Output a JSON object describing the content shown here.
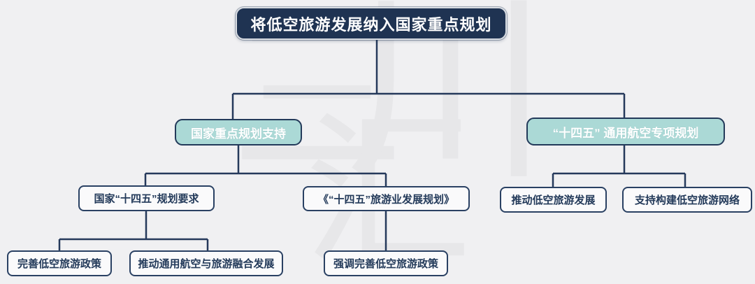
{
  "page": {
    "background": "#f0f0f2",
    "watermark": [
      "三",
      "川",
      "汇"
    ]
  },
  "colors": {
    "navy_line": "#25395b",
    "root_fill": "#1f3352",
    "teal_fill": "#abd9d6",
    "plain_fill": "#fafafb",
    "text_light": "#ffffff",
    "watermark": "#e7e7e9"
  },
  "diagram": {
    "type": "mindmap-tree",
    "nodes": {
      "root": "将低空旅游发展纳入国家重点规划",
      "plan_support": "国家重点规划支持",
      "ga_special_plan": "“十四五” 通用航空专项规划",
      "national_145_req": "国家“十四五”规划要求",
      "tourism_dev_plan": "《“十四五”旅游业发展规划》",
      "promote_low_alt_tourism": "推动低空旅游发展",
      "support_tourism_network": "支持构建低空旅游网络",
      "improve_policy": "完善低空旅游政策",
      "promote_ga_tourism_integration": "推动通用航空与旅游融合发展",
      "emphasize_improve_policy": "强调完善低空旅游政策"
    },
    "edges": [
      [
        "root",
        "plan_support"
      ],
      [
        "root",
        "ga_special_plan"
      ],
      [
        "plan_support",
        "national_145_req"
      ],
      [
        "plan_support",
        "tourism_dev_plan"
      ],
      [
        "ga_special_plan",
        "promote_low_alt_tourism"
      ],
      [
        "ga_special_plan",
        "support_tourism_network"
      ],
      [
        "national_145_req",
        "improve_policy"
      ],
      [
        "national_145_req",
        "promote_ga_tourism_integration"
      ],
      [
        "tourism_dev_plan",
        "emphasize_improve_policy"
      ]
    ]
  }
}
